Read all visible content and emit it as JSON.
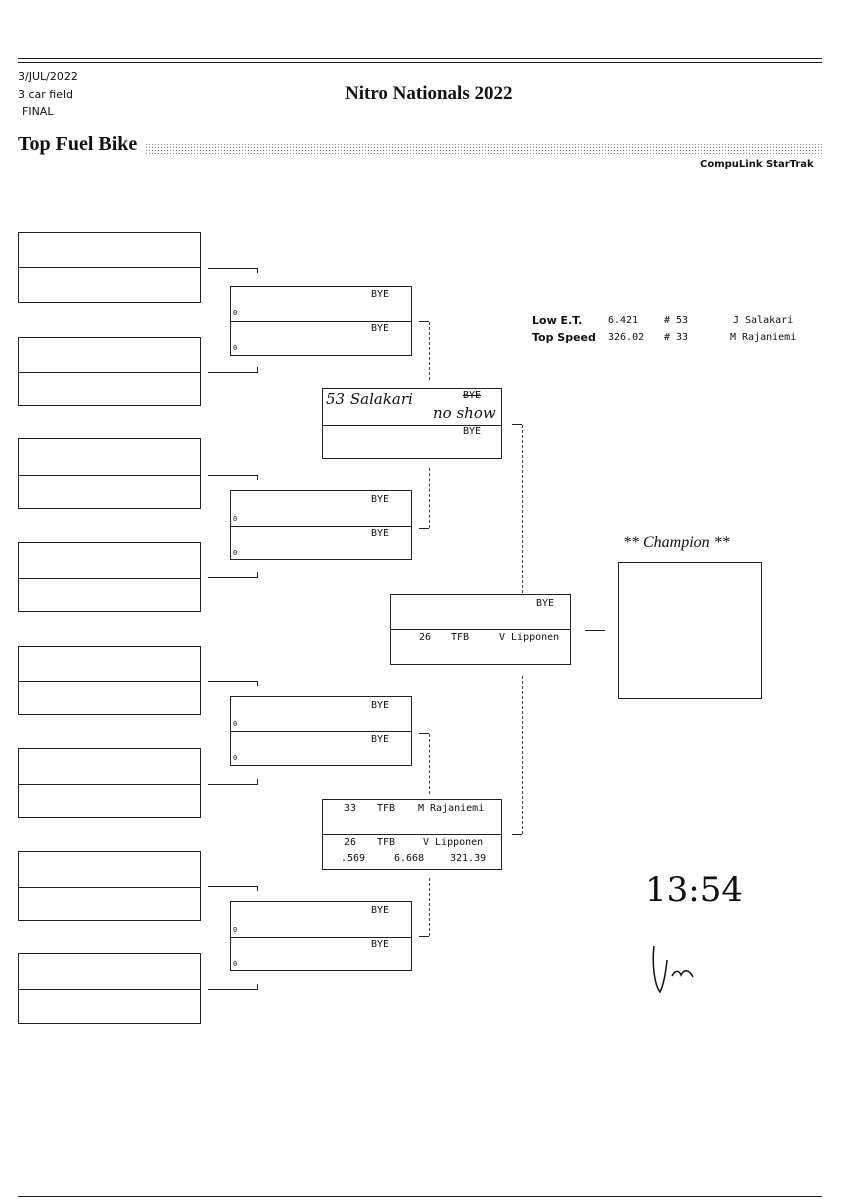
{
  "header": {
    "date": "3/JUL/2022",
    "field": "3 car field",
    "round": "FINAL",
    "title": "Nitro Nationals 2022",
    "event": "Top Fuel Bike",
    "brand": "CompuLink StarTrak"
  },
  "stats": {
    "low_et_label": "Low  E.T.",
    "low_et_value": "6.421",
    "low_et_car": "# 53",
    "low_et_driver": "J Salakari",
    "top_speed_label": "Top Speed",
    "top_speed_value": "326.02",
    "top_speed_car": "# 33",
    "top_speed_driver": "M Rajaniemi"
  },
  "round1": {
    "zero": "0",
    "bye": "BYE"
  },
  "round2": {
    "top": {
      "handwritten_name": "53 Salakari",
      "bye_struck": "BYE",
      "handwritten_note": "no show",
      "bottom": "BYE"
    },
    "bottom": {
      "r1_num": "33",
      "r1_class": "TFB",
      "r1_name": "M Rajaniemi",
      "r2_num": "26",
      "r2_class": "TFB",
      "r2_name": "V Lipponen",
      "rt": ".569",
      "et": "6.668",
      "mph": "321.39"
    }
  },
  "final": {
    "top": "BYE",
    "bottom_num": "26",
    "bottom_class": "TFB",
    "bottom_name": "V Lipponen"
  },
  "champion_label": "** Champion **",
  "handwritten_time": "13:54"
}
